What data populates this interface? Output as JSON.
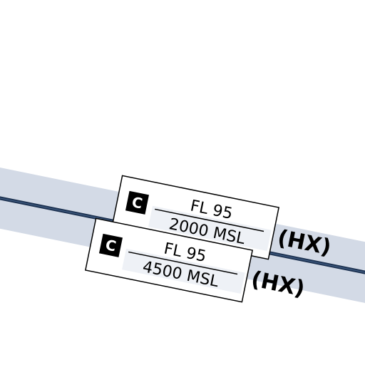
{
  "map": {
    "colors": {
      "background": "#ffffff",
      "airway_corridor": "#d3dae6",
      "airway_line": "#1c3150",
      "label_box_fill": "#ffffff",
      "label_box_stroke": "#000000",
      "label_inner_band": "#eef1f6",
      "class_badge": "#000000"
    },
    "airspace_labels": [
      {
        "class_letter": "C",
        "upper_limit": "FL 95",
        "lower_limit": "2000 MSL",
        "schedule": "(HX)"
      },
      {
        "class_letter": "C",
        "upper_limit": "FL 95",
        "lower_limit": "4500 MSL",
        "schedule": "(HX)"
      }
    ]
  }
}
